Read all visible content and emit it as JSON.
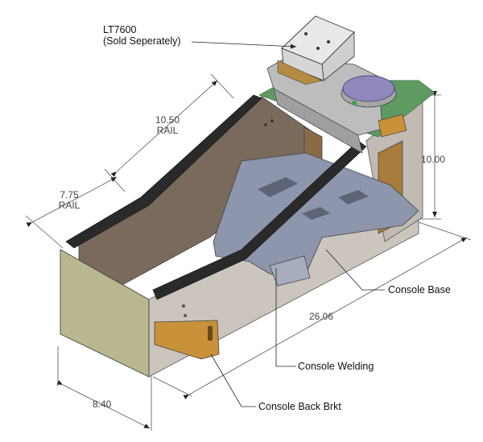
{
  "callouts": {
    "lt7600_line1": "LT7600",
    "lt7600_line2": "(Sold Seperately)",
    "console_base": "Console Base",
    "console_welding": "Console Welding",
    "console_back_brkt": "Console Back Brkt"
  },
  "dimensions": {
    "rail_long_value": "10.50",
    "rail_long_unit": "RAIL",
    "rail_short_value": "7.75",
    "rail_short_unit": "RAIL",
    "height": "10.00",
    "length": "26.06",
    "width": "8.40"
  },
  "colors": {
    "side_panel": "#c9c2bb",
    "front_panel": "#b9b78e",
    "bracket_orange": "#c8913a",
    "rail_dark": "#222222",
    "inner_brown": "#7a6a5c",
    "base_blue": "#8d96ad",
    "green_strip": "#5f9a63",
    "top_grey": "#bdbdbd",
    "plate_purple": "#8f88bd"
  }
}
